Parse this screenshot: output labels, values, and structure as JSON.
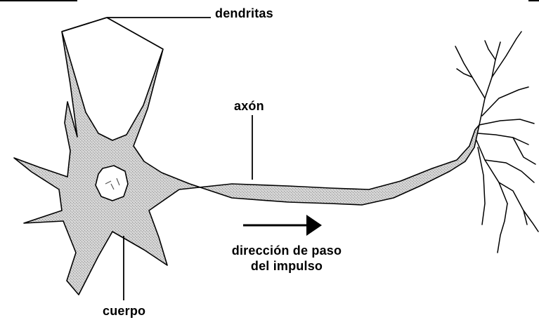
{
  "labels": {
    "dendrites": "dendritas",
    "axon": "axón",
    "direction_line1": "dirección de paso",
    "direction_line2": "del impulso",
    "cell_body": "cuerpo"
  },
  "colors": {
    "cell_fill": "#c8c8c8",
    "outline": "#000000",
    "background": "#ffffff"
  }
}
